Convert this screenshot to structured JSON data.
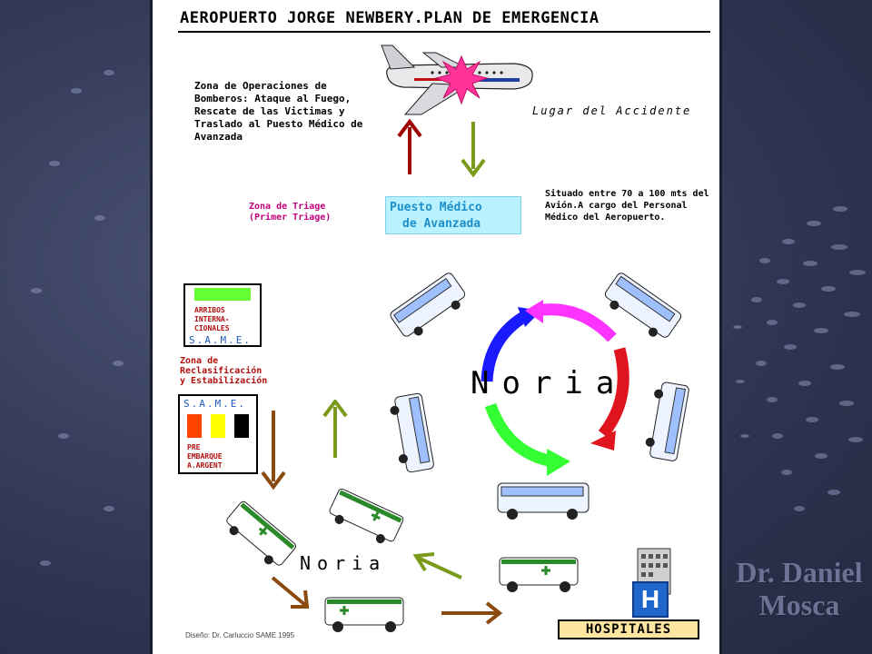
{
  "title": "AEROPUERTO JORGE NEWBERY.PLAN DE EMERGENCIA",
  "zona_operaciones": "Zona de Operaciones de Bomberos: Ataque al Fuego, Rescate de las Victimas y Traslado al Puesto Médico de Avanzada",
  "lugar_accidente": "Lugar del Accidente",
  "zona_triage": [
    "Zona de Triage",
    "(Primer Triage)"
  ],
  "puesto_medico": [
    "Puesto Médico",
    "de Avanzada"
  ],
  "situado": "Situado entre 70 a 100 mts del Avión.A cargo del Personal Médico del Aeropuerto.",
  "box_arribos": {
    "lines": [
      "ARRIBOS",
      "INTERNA-",
      "CIONALES"
    ],
    "footer": "S.A.M.E."
  },
  "zona_reclasificacion": [
    "Zona de",
    "Reclasificación",
    "y Estabilización"
  ],
  "box_pre": {
    "header": "S.A.M.E.",
    "lines": [
      "PRE",
      "EMBARQUE",
      "A.ARGENT"
    ]
  },
  "noria_upper": "Noria",
  "noria_lower": "Noria",
  "credit": "Diseño: Dr. Carluccio  SAME 1995",
  "hospital_sign": "H",
  "hospitales": "HOSPITALES",
  "author": [
    "Dr. Daniel",
    "Mosca"
  ],
  "colors": {
    "accent_magenta": "#c0007a",
    "cyan_box": "#b9f1ff",
    "noria_blue": "#1a1aff",
    "noria_magenta": "#ff33ff",
    "noria_red": "#e0141e",
    "noria_green": "#33ff33"
  }
}
